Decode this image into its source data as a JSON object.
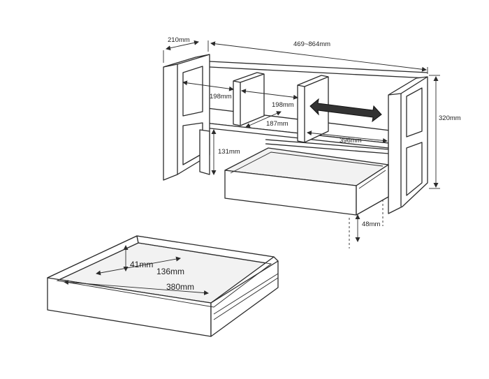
{
  "diagram": {
    "labels": {
      "depth": "210mm",
      "width_range": "469~864mm",
      "height": "320mm",
      "shelf_span_left": "198mm",
      "shelf_span_right": "198mm",
      "divider_depth": "187mm",
      "inner_right": "396mm",
      "leg_height": "131mm",
      "drawer_clearance": "48mm",
      "drawer_height": "41mm",
      "drawer_depth": "136mm",
      "drawer_width": "380mm"
    },
    "icons": {
      "extend": "double-arrow-icon"
    }
  }
}
